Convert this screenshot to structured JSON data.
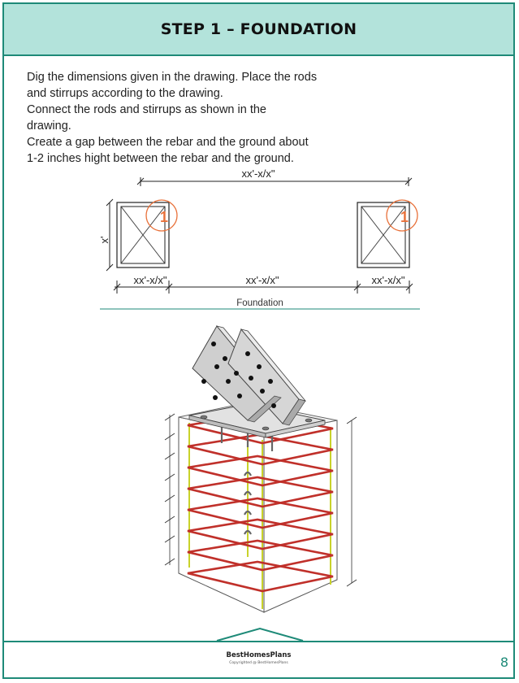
{
  "header": {
    "title": "STEP 1 – FOUNDATION"
  },
  "body_lines": [
    "Dig the dimensions given in the drawing. Place the rods",
    "and stirrups according to the drawing.",
    "Connect the rods and stirrups as shown in the",
    "drawing.",
    "Create a gap between the rebar and the ground about",
    "1-2 inches hight between the rebar and the ground."
  ],
  "plan": {
    "top_dimension": "xx'-x/x\"",
    "side_dimension": "x'",
    "bottom_left": "xx'-x/x\"",
    "bottom_middle": "xx'-x/x\"",
    "bottom_right": "xx'-x/x\"",
    "detail_label": "1",
    "caption": "Foundation"
  },
  "footer": {
    "brand": "BestHomesPlans",
    "copyright": "Copyrighted @ BestHomesPlans",
    "page_number": "8"
  },
  "colors": {
    "accent": "#1e8a78",
    "header_bg": "#b3e3db",
    "rebar": "#c0302a",
    "rod": "#d8dc3a",
    "callout": "#e8713a"
  }
}
